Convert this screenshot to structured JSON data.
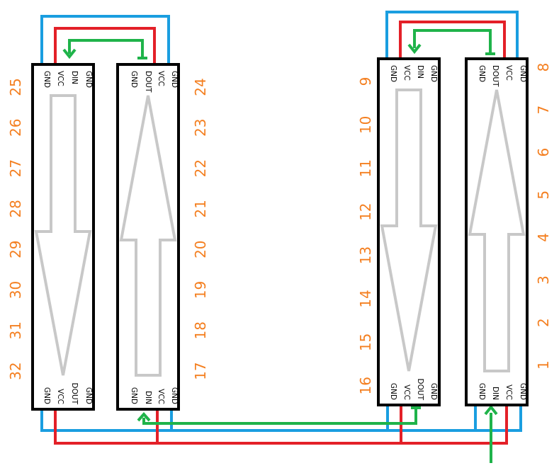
{
  "colors": {
    "strip_border": "#000000",
    "gnd_wire": "#1a9ee0",
    "vcc_wire": "#e32028",
    "data_wire": "#1fb34a",
    "direction_arrow": "#c8c8c8",
    "led_numbers": "#f47f20"
  },
  "strips": [
    {
      "id": "strip-a",
      "direction": "down",
      "top_pins": [
        "GND",
        "VCC",
        "DIN",
        "GND"
      ],
      "bottom_pins": [
        "GND",
        "VCC",
        "DOUT",
        "GND"
      ],
      "led_numbers": [
        "25",
        "26",
        "27",
        "28",
        "29",
        "30",
        "31",
        "32"
      ]
    },
    {
      "id": "strip-b",
      "direction": "up",
      "top_pins": [
        "GND",
        "DOUT",
        "VCC",
        "GND"
      ],
      "bottom_pins": [
        "GND",
        "DIN",
        "VCC",
        "GND"
      ],
      "led_numbers": [
        "24",
        "23",
        "22",
        "21",
        "20",
        "19",
        "18",
        "17"
      ]
    },
    {
      "id": "strip-c",
      "direction": "down",
      "top_pins": [
        "GND",
        "VCC",
        "DIN",
        "GND"
      ],
      "bottom_pins": [
        "GND",
        "VCC",
        "DOUT",
        "GND"
      ],
      "led_numbers": [
        "9",
        "10",
        "11",
        "12",
        "13",
        "14",
        "15",
        "16"
      ]
    },
    {
      "id": "strip-d",
      "direction": "up",
      "top_pins": [
        "GND",
        "DOUT",
        "VCC",
        "GND"
      ],
      "bottom_pins": [
        "GND",
        "DIN",
        "VCC",
        "GND"
      ],
      "led_numbers": [
        "8",
        "7",
        "6",
        "5",
        "4",
        "3",
        "2",
        "1"
      ]
    }
  ]
}
